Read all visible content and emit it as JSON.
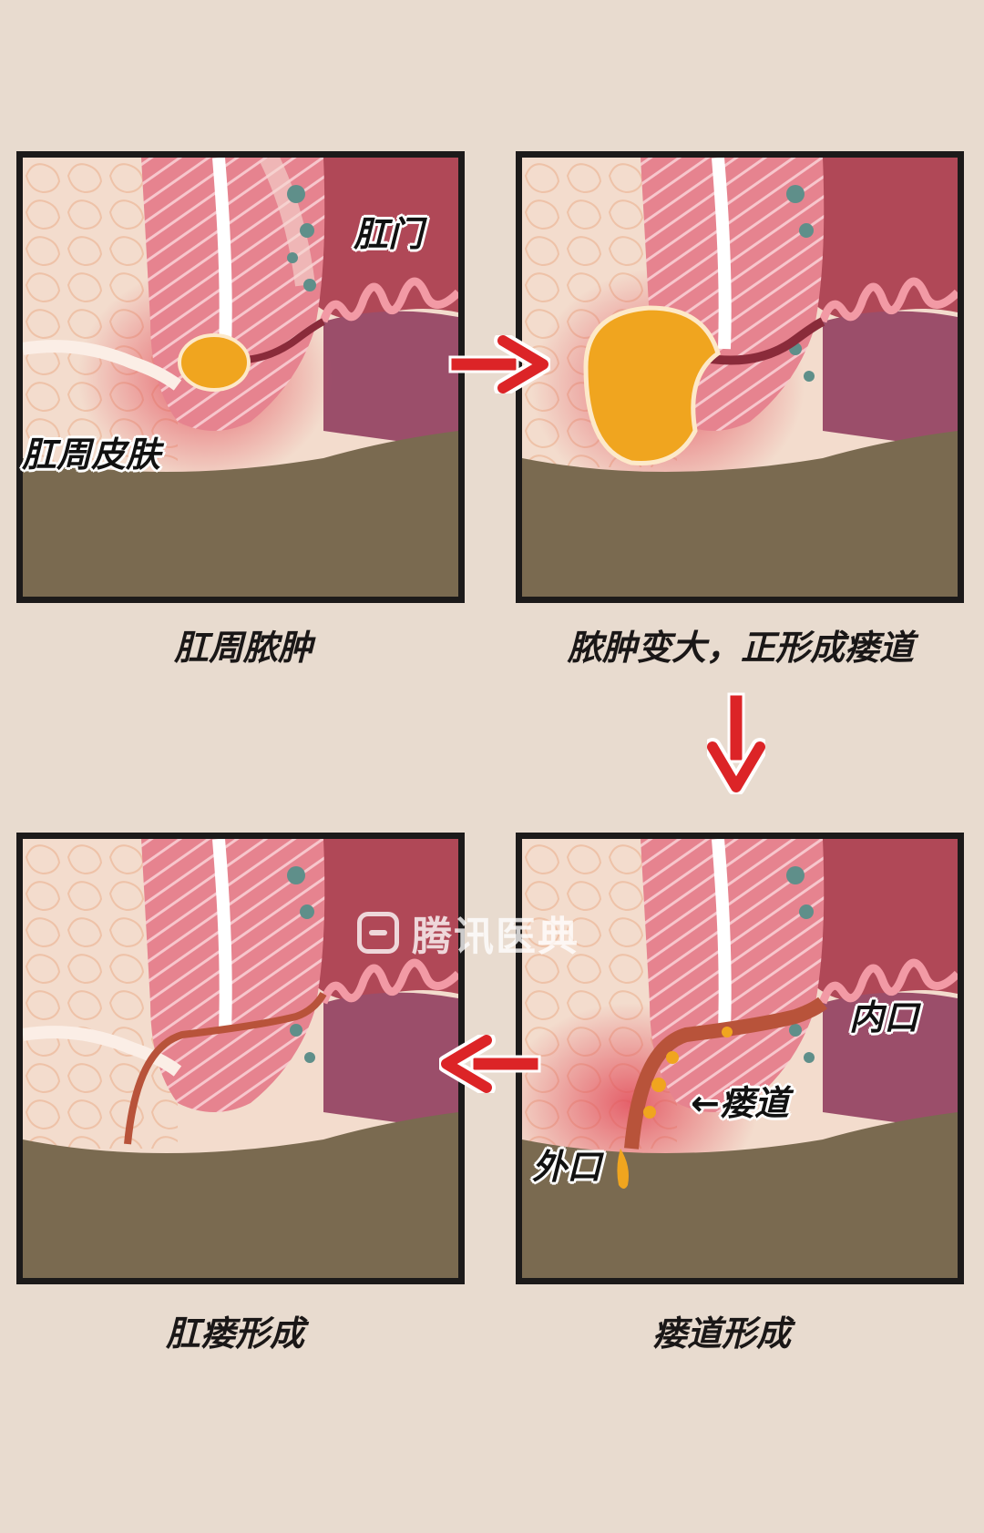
{
  "captions": {
    "panel1": "肛周脓肿",
    "panel2": "脓肿变大，正形成瘘道",
    "panel3": "瘘道形成",
    "panel4": "肛瘘形成"
  },
  "labels": {
    "anus": "肛门",
    "perianal_skin": "肛周皮肤",
    "internal_opening": "内口",
    "fistula_tract": "←瘘道",
    "external_opening": "外口"
  },
  "watermark": "腾讯医典",
  "colors": {
    "background": "#e8dbcf",
    "frame": "#1c1a1a",
    "rectal_wall": "#e47d8d",
    "abscess": "#f0a51f",
    "fistula": "#b8533a",
    "buttock_shadow": "#7a6a50",
    "flow_arrow": "#dc2427"
  },
  "icons": [
    "arrow-right-icon",
    "arrow-down-icon",
    "arrow-left-icon"
  ]
}
